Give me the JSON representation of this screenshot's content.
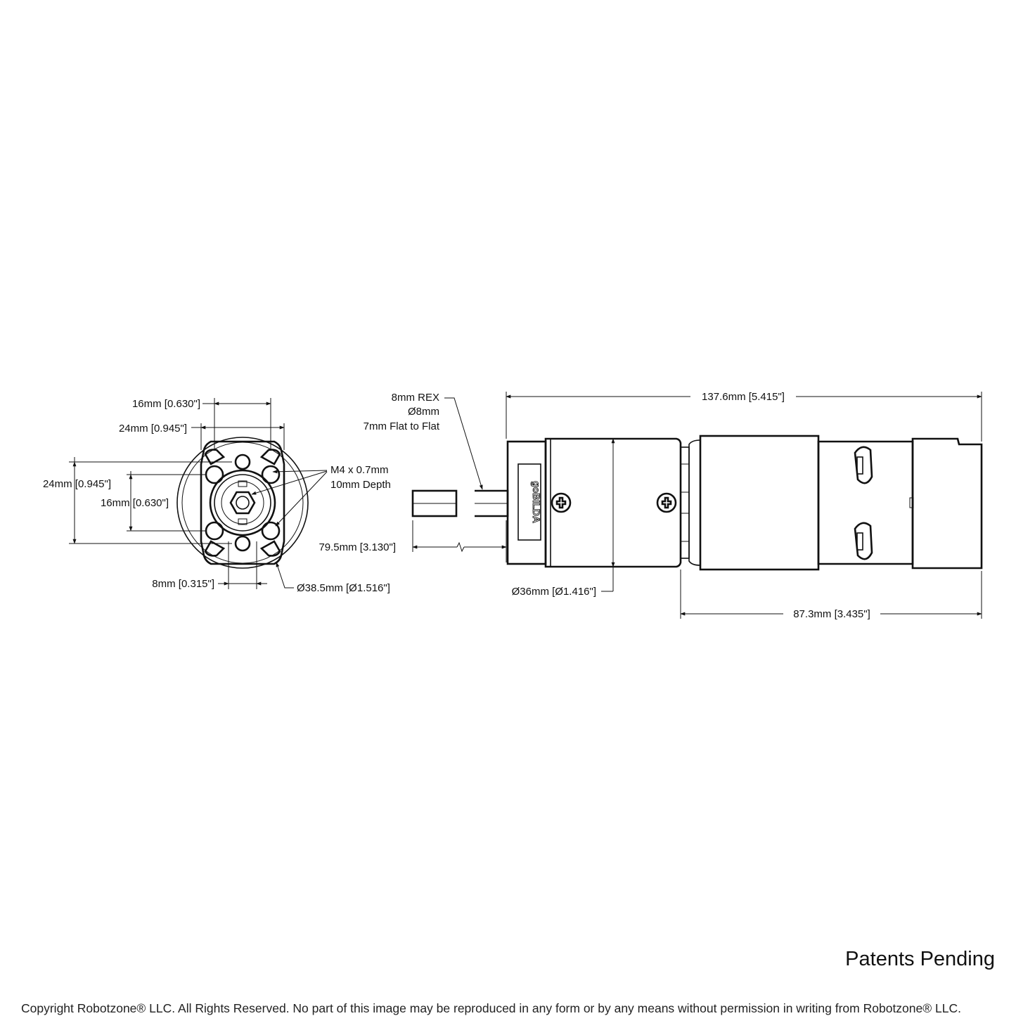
{
  "footer": {
    "patents": "Patents Pending",
    "copyright": "Copyright Robotzone® LLC.  All Rights Reserved. No part of this image may be reproduced in any form or by any means without permission in writing from Robotzone® LLC."
  },
  "front_view": {
    "dim_top_16": "16mm [0.630\"]",
    "dim_top_24": "24mm [0.945\"]",
    "dim_left_24": "24mm [0.945\"]",
    "dim_left_16": "16mm [0.630\"]",
    "dim_bottom_8": "8mm [0.315\"]",
    "dim_diameter": "Ø38.5mm [Ø1.516\"]",
    "tap_line1": "M4 x 0.7mm",
    "tap_line2": "10mm Depth"
  },
  "side_view": {
    "shaft_line1": "8mm REX",
    "shaft_line2": "Ø8mm",
    "shaft_line3": "7mm Flat to Flat",
    "overall_length": "137.6mm [5.415\"]",
    "shaft_length": "79.5mm [3.130\"]",
    "gearbox_diameter": "Ø36mm [Ø1.416\"]",
    "motor_length": "87.3mm [3.435\"]",
    "logo": "goBILDA"
  }
}
